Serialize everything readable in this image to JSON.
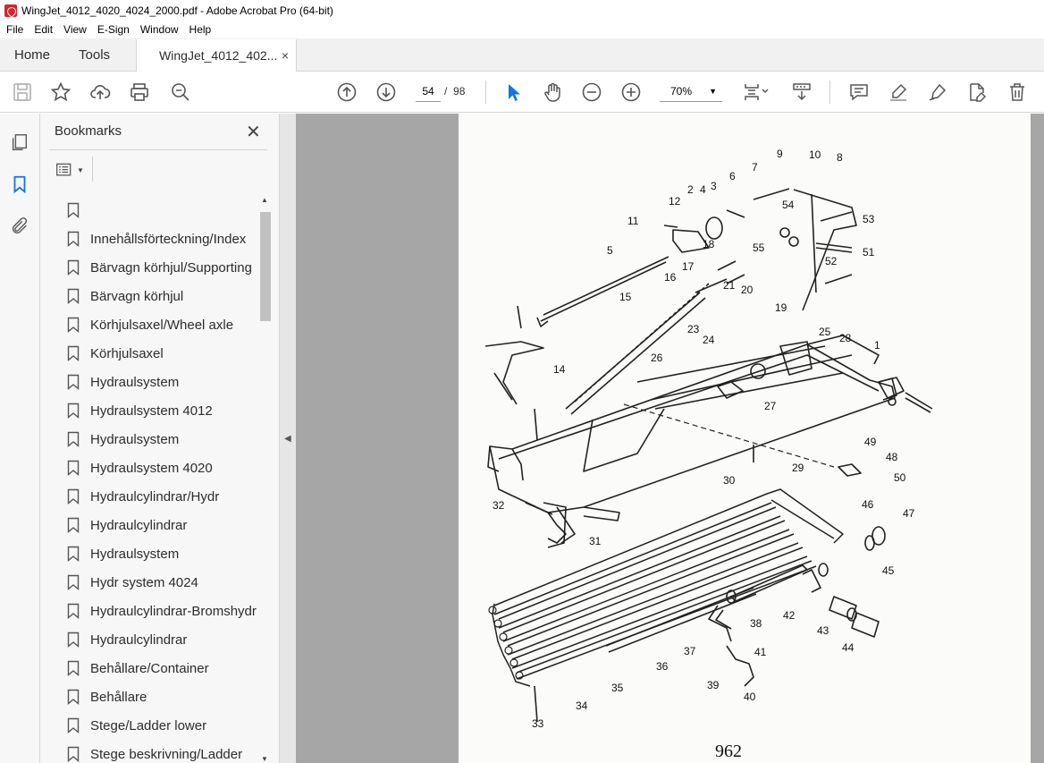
{
  "titlebar": {
    "title": "WingJet_4012_4020_4024_2000.pdf - Adobe Acrobat Pro (64-bit)"
  },
  "menu": [
    "File",
    "Edit",
    "View",
    "E-Sign",
    "Window",
    "Help"
  ],
  "tabs": {
    "home": "Home",
    "tools": "Tools",
    "document": "WingJet_4012_402...",
    "close": "×"
  },
  "toolbar": {
    "current_page": "54",
    "page_sep": "/",
    "total_pages": "98",
    "zoom": "70%"
  },
  "bookmarks": {
    "title": "Bookmarks",
    "close": "✕",
    "items": [
      "",
      "Innehållsförteckning/Index",
      "Bärvagn körhjul/Supporting",
      "Bärvagn körhjul",
      "Körhjulsaxel/Wheel axle",
      "Körhjulsaxel",
      "Hydraulsystem",
      "Hydraulsystem 4012",
      "Hydraulsystem",
      "Hydraulsystem 4020",
      "Hydraulcylindrar/Hydr",
      "Hydraulcylindrar",
      "Hydraulsystem",
      "Hydr system 4024",
      "Hydraulcylindrar-Bromshydr",
      "Hydraulcylindrar",
      "Behållare/Container",
      "Behållare",
      "Stege/Ladder lower",
      "Stege beskrivning/Ladder"
    ]
  },
  "document": {
    "page_number": "962",
    "part_labels": [
      "1",
      "2",
      "3",
      "4",
      "5",
      "6",
      "7",
      "8",
      "9",
      "10",
      "11",
      "12",
      "14",
      "15",
      "16",
      "17",
      "18",
      "19",
      "20",
      "21",
      "23",
      "24",
      "25",
      "26",
      "27",
      "28",
      "29",
      "30",
      "31",
      "32",
      "33",
      "34",
      "35",
      "36",
      "37",
      "38",
      "39",
      "40",
      "41",
      "42",
      "43",
      "44",
      "45",
      "46",
      "47",
      "48",
      "49",
      "50",
      "51",
      "52",
      "53",
      "54",
      "55"
    ]
  },
  "colors": {
    "accent": "#1473e6",
    "viewer_bg": "#a6a6a6",
    "page_bg": "#fbfbf9"
  }
}
